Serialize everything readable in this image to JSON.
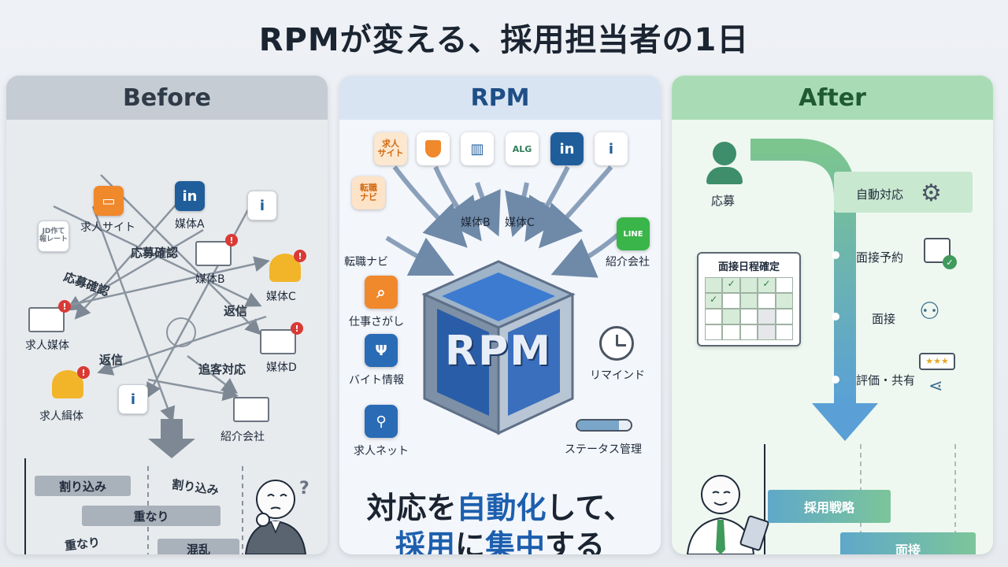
{
  "title": "RPMが変える、採用担当者の1日",
  "before": {
    "header": "Before",
    "media": {
      "job_site": "求人サイト",
      "media_a": "媒体A",
      "media_b": "媒体B",
      "media_c": "媒体C",
      "media_d": "媒体D",
      "job_media": "求人媒体",
      "job_media2": "求人緝体",
      "agency": "紹介会社"
    },
    "doc_icon_text": "JD作て 報レート",
    "flow_labels": {
      "confirm1": "応募確認",
      "confirm2": "応募確認",
      "reply1": "返信",
      "reply2": "返信",
      "followup": "追客対応"
    },
    "gantt": {
      "interrupt1": "割り込み",
      "interrupt2": "割り込み",
      "overlap1": "重なり",
      "overlap2": "重なり",
      "chaos": "混乱"
    },
    "question_mark": "?"
  },
  "rpm": {
    "header": "RPM",
    "cube_text": "RPM",
    "sources": [
      {
        "icon_text": "求人\nサイト",
        "label": ""
      },
      {
        "icon_text": "",
        "label": ""
      },
      {
        "icon_text": "",
        "label": "媒体B"
      },
      {
        "icon_text": "ALG",
        "label": "媒体C"
      },
      {
        "icon_text": "in",
        "label": ""
      },
      {
        "icon_text": "i",
        "label": ""
      }
    ],
    "left_items": {
      "tenshoku_icon": "転職\nナビ",
      "tenshoku": "転職ナビ",
      "shigoto": "仕事さがし",
      "baito": "バイト情報",
      "kyujin_net": "求人ネット"
    },
    "right_items": {
      "line_icon": "LINE",
      "agency": "紹介会社",
      "remind": "リマインド",
      "status": "ステータス管理"
    },
    "tagline_1a": "対応を",
    "tagline_1b": "自動化",
    "tagline_1c": "して、",
    "tagline_2a": "採用",
    "tagline_2b": "に",
    "tagline_2c": "集中",
    "tagline_2d": "する"
  },
  "after": {
    "header": "After",
    "apply": "応募",
    "auto": "自動対応",
    "interview_booking": "面接予約",
    "interview": "面接",
    "evaluate": "評価・共有",
    "calendar_title": "面接日程確定",
    "bar_strategy": "採用戦略",
    "bar_interview": "面接"
  },
  "colors": {
    "before_head": "#c5ccd3",
    "rpm_head": "#d9e4f3",
    "after_head": "#a9dcb4",
    "accent_blue": "#1d5fae",
    "accent_green": "#3f9a5c",
    "alert_red": "#d93a35"
  }
}
